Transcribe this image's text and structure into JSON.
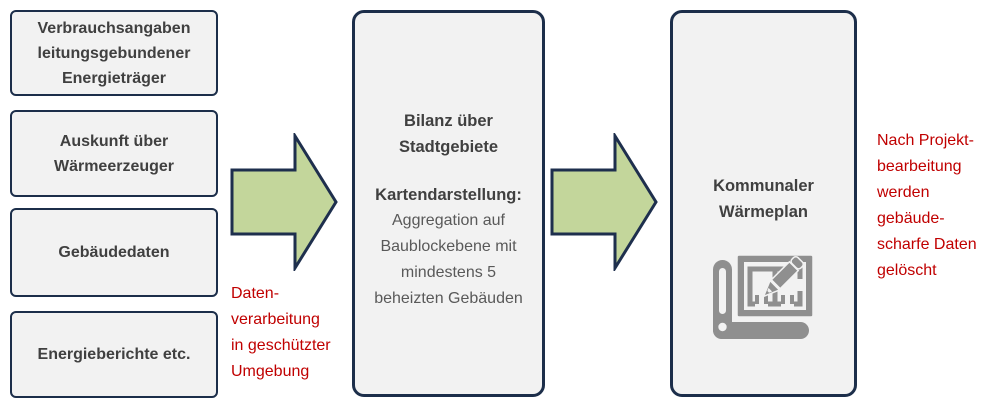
{
  "diagram": {
    "sources": [
      {
        "label": "Verbrauchsangaben leitungsgebundener Energieträger"
      },
      {
        "label": "Auskunft über Wärmeerzeuger"
      },
      {
        "label": "Gebäudedaten"
      },
      {
        "label": "Energieberichte etc."
      }
    ],
    "processing_note": {
      "lines": [
        "Daten-",
        "verarbeitung",
        "in geschützter",
        "Umgebung"
      ]
    },
    "balance_box": {
      "title_lines": [
        "Bilanz über",
        "Stadtgebiete"
      ],
      "subtitle": "Kartendarstellung:",
      "body_lines": [
        "Aggregation auf",
        "Baublockebene mit",
        "mindestens 5",
        "beheizten Gebäuden"
      ]
    },
    "result_box": {
      "title_lines": [
        "Kommunaler",
        "Wärmeplan"
      ],
      "icon": "blueprint-pencil-icon"
    },
    "deletion_note": {
      "lines": [
        "Nach Projekt-",
        "bearbeitung",
        "werden",
        "gebäude-",
        "scharfe Daten",
        "gelöscht"
      ]
    },
    "colors": {
      "box_fill": "#f2f2f2",
      "border_navy": "#1c2e4a",
      "arrow_green": "#c3d69b",
      "note_red": "#c00000",
      "text_dark": "#404040",
      "text_body": "#595959",
      "icon_gray": "#8f8f8f"
    }
  }
}
